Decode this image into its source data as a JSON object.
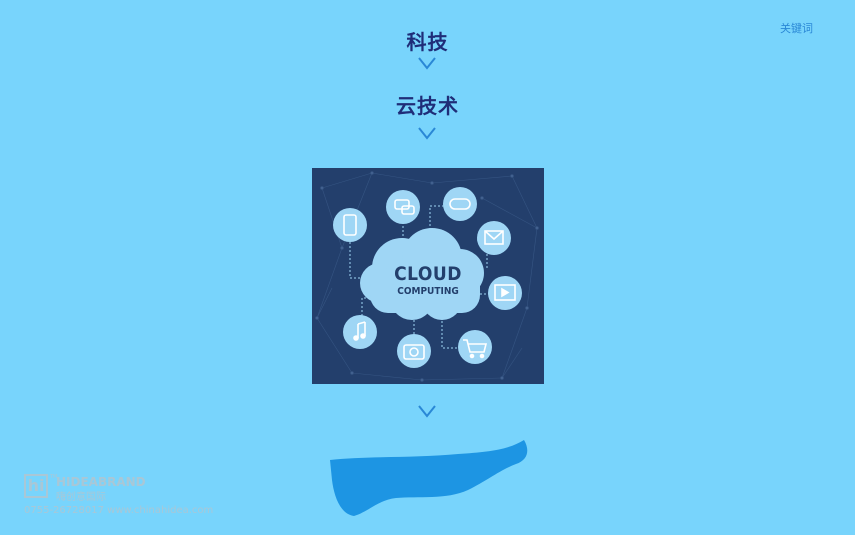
{
  "header": {
    "keyword_link": "关键词"
  },
  "steps": {
    "tech": "科技",
    "cloud_tech": "云技术"
  },
  "cloud_panel": {
    "cloud_title": "CLOUD",
    "cloud_subtitle": "COMPUTING",
    "icons": [
      "smartphone-icon",
      "chat-icon",
      "gamepad-icon",
      "mail-icon",
      "video-icon",
      "cart-icon",
      "camera-icon",
      "music-icon"
    ]
  },
  "footer": {
    "brand_en": "HIDEABRAND",
    "brand_cn": "嗨创意国际",
    "logo_mark": "hi",
    "trademark": "TM",
    "contact": "0755-26728017 www.chinahidea.com"
  },
  "colors": {
    "background": "#78d4fc",
    "panel": "#233f6c",
    "title": "#1f2d78",
    "chevron": "#2a88d6",
    "blob": "#1d95e3"
  }
}
